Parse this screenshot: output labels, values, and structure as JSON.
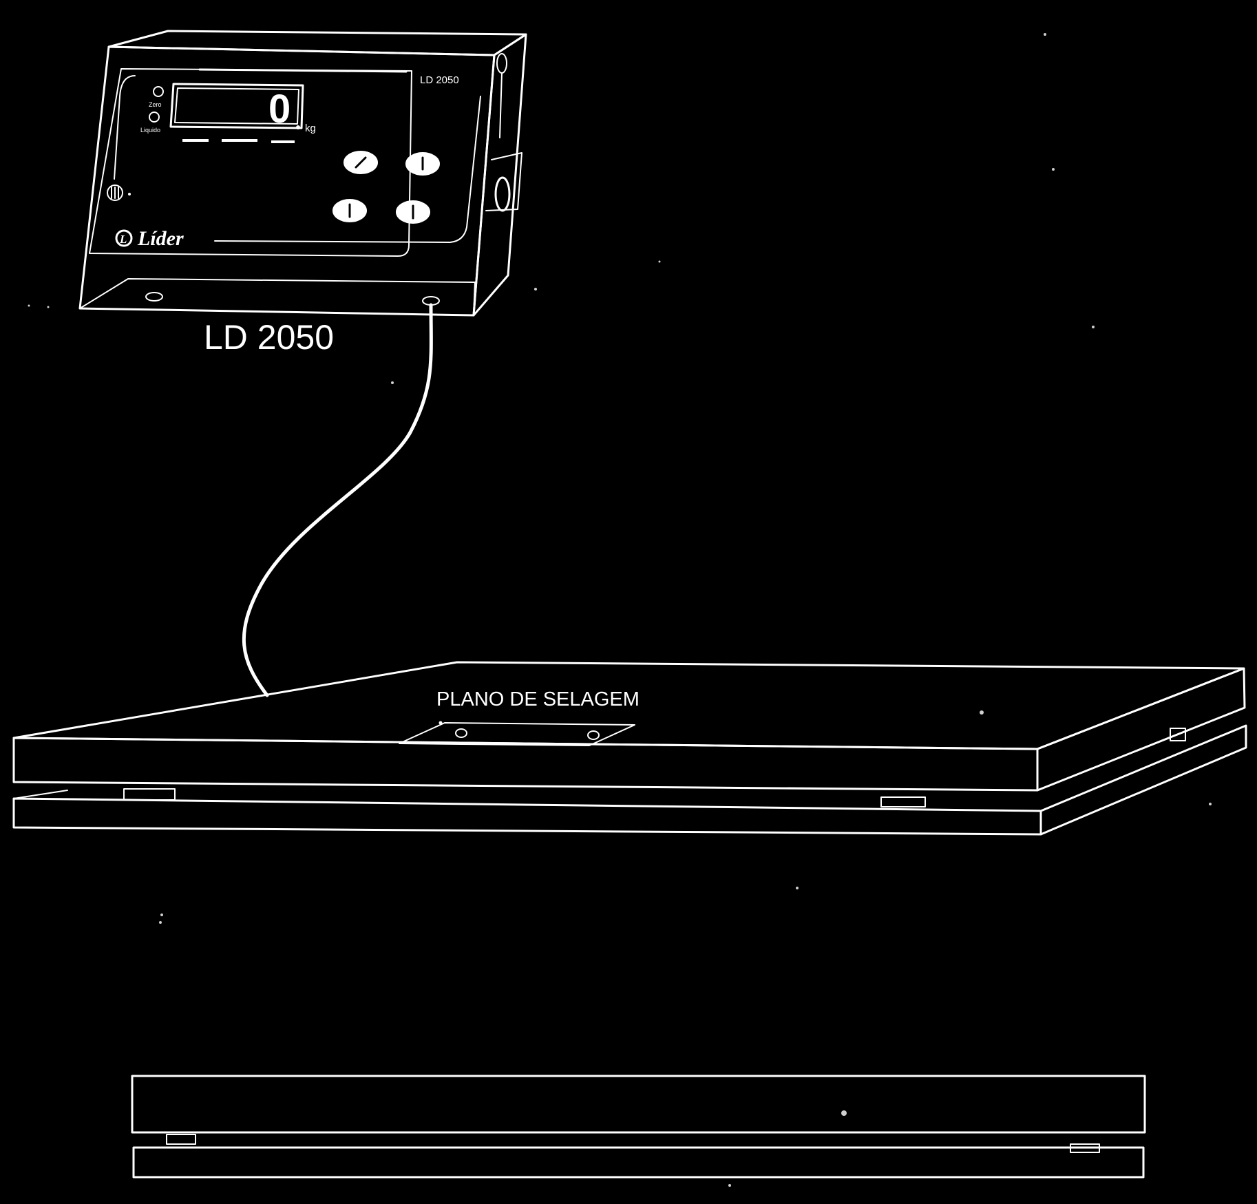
{
  "indicator": {
    "model_label": "LD 2050",
    "display_value": "0",
    "display_unit": "kg",
    "led_zero_label": "Zero",
    "led_liquido_label": "Liquido",
    "brand": "Líder",
    "caption": "LD 2050"
  },
  "platform": {
    "seal_plane_label": "PLANO DE SELAGEM"
  },
  "colors": {
    "background": "#000000",
    "line": "#ffffff"
  }
}
